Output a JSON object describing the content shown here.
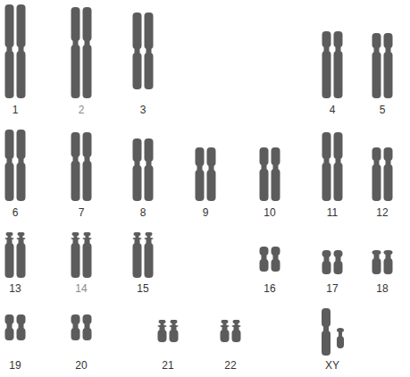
{
  "diagram": {
    "labels": [
      "1",
      "2",
      "3",
      "4",
      "5",
      "6",
      "7",
      "8",
      "9",
      "10",
      "11",
      "12",
      "13",
      "14",
      "15",
      "16",
      "17",
      "18",
      "19",
      "20",
      "21",
      "22",
      "XY"
    ]
  }
}
